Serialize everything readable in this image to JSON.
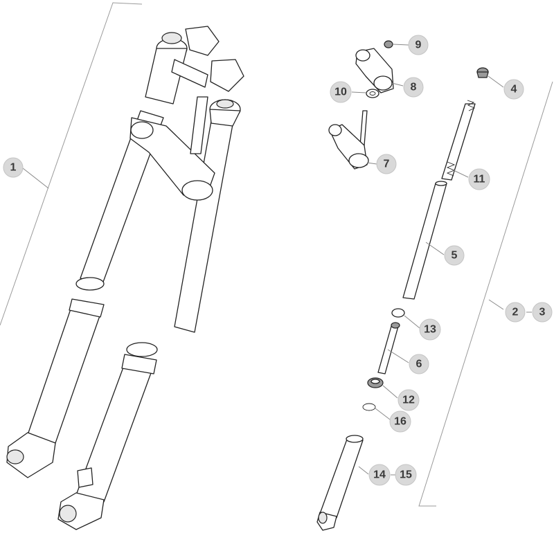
{
  "callouts": [
    {
      "id": "c1",
      "label": "1"
    },
    {
      "id": "c2",
      "label": "2"
    },
    {
      "id": "c3",
      "label": "3"
    },
    {
      "id": "c4",
      "label": "4"
    },
    {
      "id": "c5",
      "label": "5"
    },
    {
      "id": "c6",
      "label": "6"
    },
    {
      "id": "c7",
      "label": "7"
    },
    {
      "id": "c8",
      "label": "8"
    },
    {
      "id": "c9",
      "label": "9"
    },
    {
      "id": "c10",
      "label": "10"
    },
    {
      "id": "c11",
      "label": "11"
    },
    {
      "id": "c12",
      "label": "12"
    },
    {
      "id": "c13",
      "label": "13"
    },
    {
      "id": "c14",
      "label": "14"
    },
    {
      "id": "c15",
      "label": "15"
    },
    {
      "id": "c16",
      "label": "16"
    }
  ],
  "colors": {
    "callout_fill": "#d9d9d9",
    "callout_text": "#3a3a3a",
    "line_art": "#222222",
    "leader": "#888888",
    "background": "#ffffff"
  }
}
